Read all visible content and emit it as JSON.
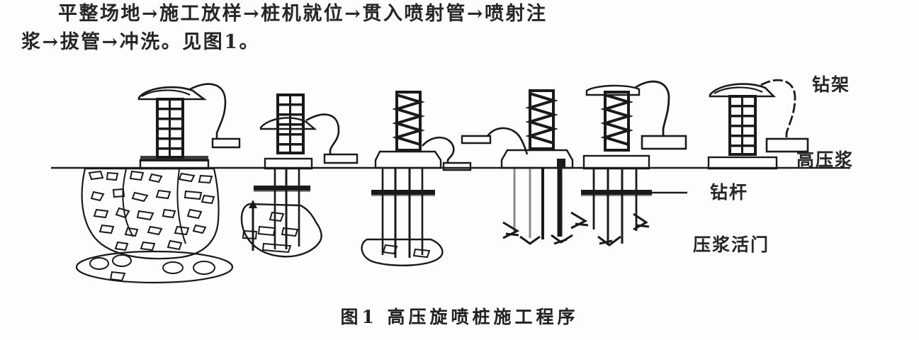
{
  "document": {
    "body_text": {
      "line1": "平整场地→施工放样→桩机就位→贯入喷射管→喷射注",
      "line2": "浆→拔管→冲洗。见图1。"
    },
    "figure": {
      "caption": "图1   高压旋喷桩施工程序",
      "caption_number": "图1",
      "caption_title": "高压旋喷桩施工程序",
      "labels": {
        "drill_frame": "钻架",
        "high_pressure_grout": "高压浆",
        "drill_rod": "钻杆",
        "grout_valve": "压浆活门"
      },
      "stages": [
        {
          "index": 1,
          "name": "completed-jet-grout-column",
          "tower_style": "ladder",
          "has_ground_mass": true,
          "has_pebble_ellipse": true
        },
        {
          "index": 2,
          "name": "rod-withdrawal",
          "tower_style": "ladder",
          "has_up_arrow": true,
          "has_ground_mass": true
        },
        {
          "index": 3,
          "name": "grout-injection",
          "tower_style": "zigzag",
          "has_ground_mass": true
        },
        {
          "index": 4,
          "name": "jet-pipe-penetration",
          "tower_style": "zigzag",
          "has_jet_arrows": true
        },
        {
          "index": 5,
          "name": "rig-in-position",
          "tower_style": "zigzag",
          "has_jet_arrows": true
        },
        {
          "index": 6,
          "name": "site-leveling-setup",
          "tower_style": "ladder",
          "has_ground_mass": false
        }
      ],
      "colors": {
        "ink": "#1a1a1a",
        "paper": "#fdfdfd",
        "rod_dark": "#111111",
        "rod_light": "#8a8a8a"
      }
    }
  }
}
